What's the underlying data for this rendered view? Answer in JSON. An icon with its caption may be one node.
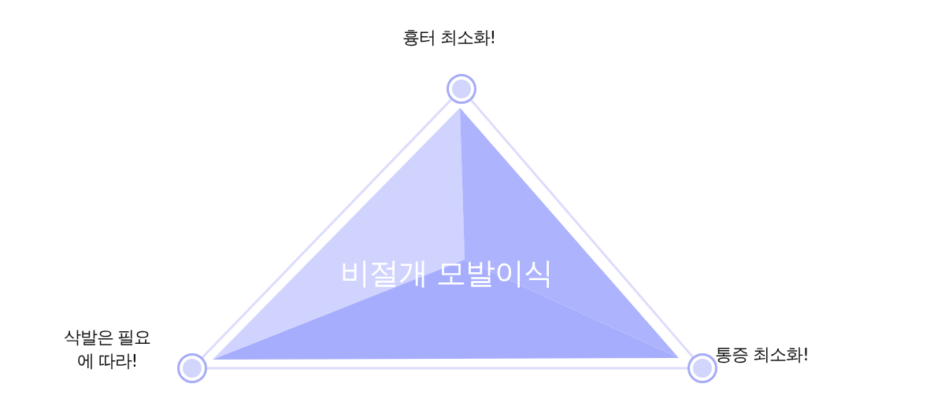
{
  "diagram": {
    "nodes": [
      {
        "text": [
          "비절개 모발이식"
        ]
      },
      {
        "text": [],
        "shape": "circle",
        "beside": [
          "흉터 최소화!"
        ]
      },
      {
        "text": [],
        "shape": "circle",
        "beside": [
          "삭발은 필요에 따라!"
        ]
      },
      {
        "text": [],
        "shape": "circle",
        "beside": [
          "통증 최소화!"
        ]
      }
    ],
    "edges": [
      {
        "from": 1,
        "to": 2,
        "arrow": "none"
      },
      {
        "from": 1,
        "to": 3,
        "arrow": "none"
      },
      {
        "from": 2,
        "to": 3,
        "arrow": "none"
      }
    ]
  }
}
